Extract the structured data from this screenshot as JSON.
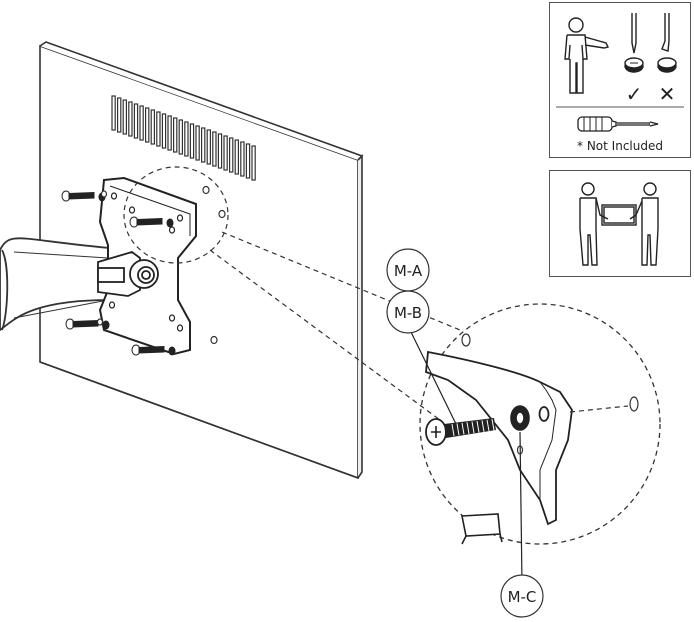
{
  "callouts": {
    "ma": "M-A",
    "mb": "M-B",
    "mc": "M-C"
  },
  "safety_panel": {
    "not_included_note": "* Not Included",
    "check_mark": "✓",
    "cross_mark": "✕"
  },
  "icons": {
    "person": "person-icon",
    "screwdriver_ok": "screwdriver-correct-icon",
    "screwdriver_bad": "screwdriver-incorrect-icon",
    "screwdriver": "screwdriver-icon",
    "two_person_lift": "two-person-lift-icon"
  },
  "colors": {
    "line": "#333333",
    "dark": "#222222",
    "fill": "#ffffff"
  }
}
